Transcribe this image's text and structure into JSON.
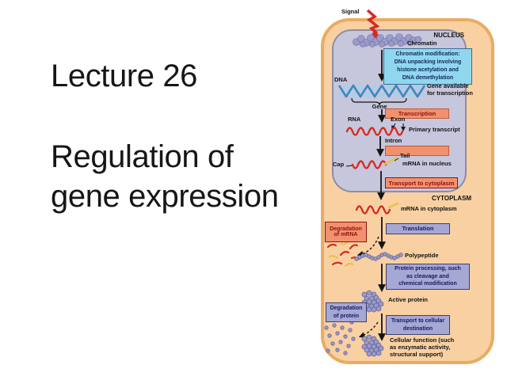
{
  "slide": {
    "title_lines": [
      "Lecture 26",
      "Regulation of",
      "gene expression"
    ]
  },
  "diagram": {
    "signal": "Signal",
    "nucleus": "NUCLEUS",
    "chromatin": "Chromatin",
    "chromatin_modification": "Chromatin modification:\nDNA unpacking involving\nhistone acetylation and\nDNA demethylation",
    "dna": "DNA",
    "gene_available": "Gene available\nfor transcription",
    "gene": "Gene",
    "transcription": "Transcription",
    "rna": "RNA",
    "exon": "Exon",
    "primary_transcript": "Primary transcript",
    "intron": "Intron",
    "cap": "Cap",
    "tail": "Tail",
    "mrna_in_nucleus": "mRNA in nucleus",
    "transport_to_cytoplasm": "Transport to cytoplasm",
    "cytoplasm": "CYTOPLASM",
    "mrna_in_cytoplasm": "mRNA in cytoplasm",
    "translation": "Translation",
    "degradation_of_mrna": "Degradation\nof mRNA",
    "polypeptide": "Polypeptide",
    "protein_processing": "Protein processing, such\nas cleavage and\nchemical modification",
    "active_protein": "Active protein",
    "degradation_of_protein": "Degradation\nof protein",
    "transport_to_destination": "Transport to cellular\ndestination",
    "cellular_function": "Cellular function (such\nas enzymatic activity,\nstructural support)"
  },
  "colors": {
    "cell_fill": "#f9d0a2",
    "cell_border": "#eaab62",
    "nucleus_fill": "#c6c6dc",
    "cyan_box": "#8fd7ee",
    "salmon_box": "#f2916e",
    "lavender_box": "#a6a8d4",
    "dark_red": "#8c1210",
    "rna_red": "#d62a20",
    "tail_yellow": "#e9c14e",
    "dna_blue": "#3c88c0",
    "protein_purple": "#9a9bca"
  }
}
